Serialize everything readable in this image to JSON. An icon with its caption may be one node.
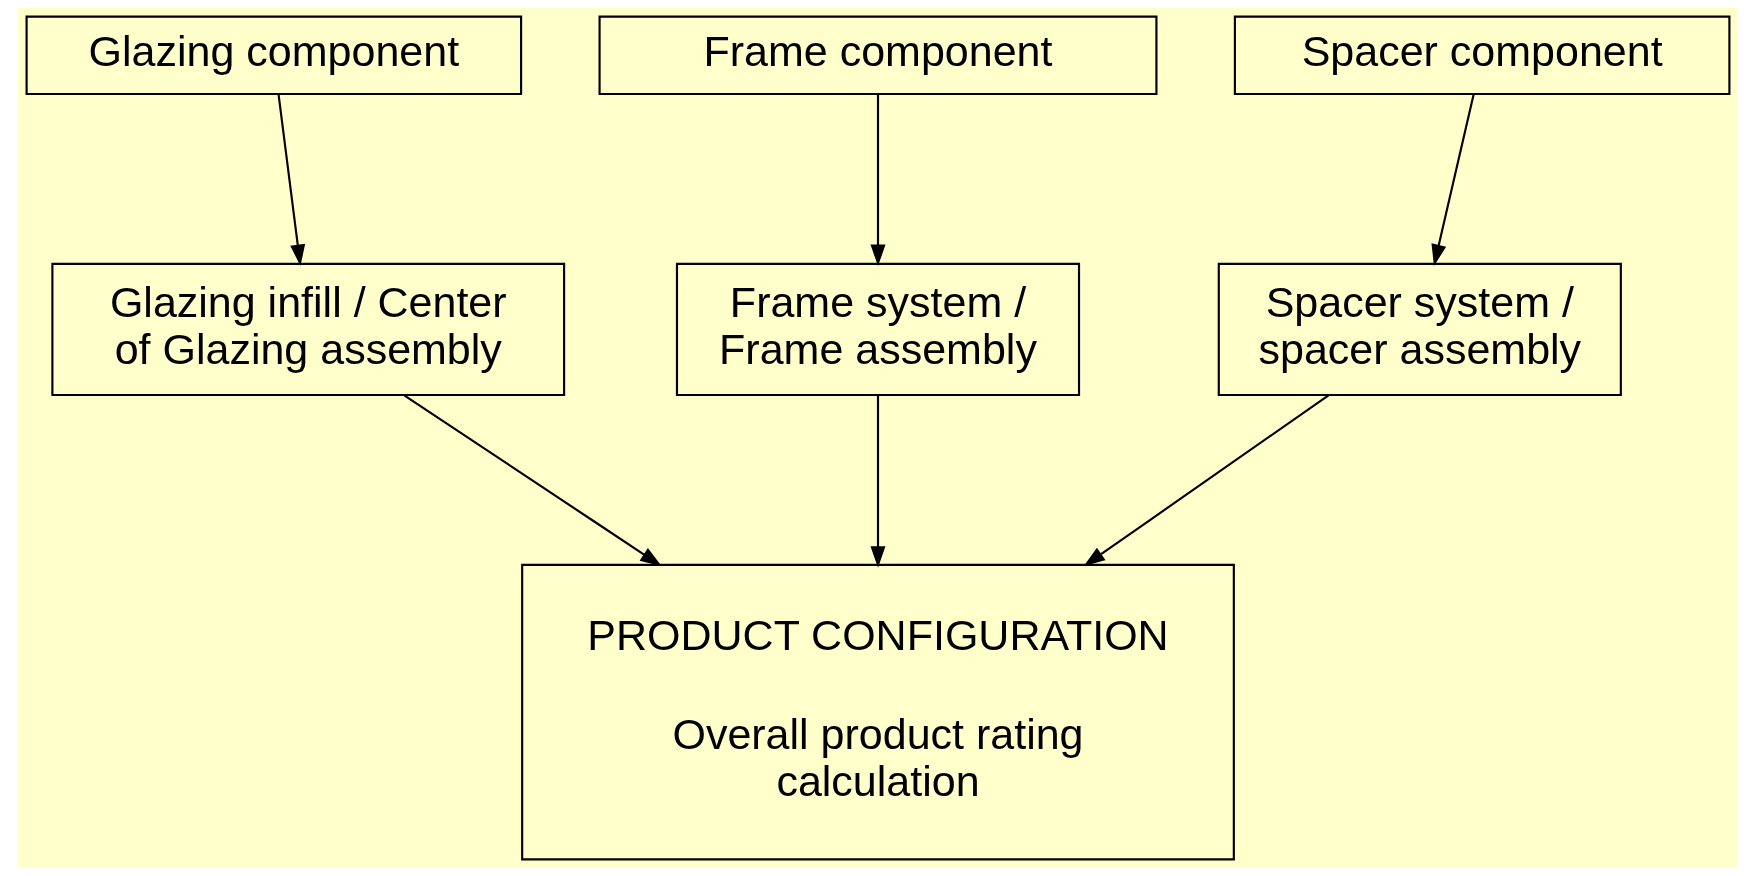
{
  "diagram": {
    "nodes": [
      {
        "text": [
          "Glazing component"
        ]
      },
      {
        "text": [
          "Frame component"
        ]
      },
      {
        "text": [
          "Spacer component"
        ]
      },
      {
        "text": [
          "Glazing infill / Center of Glazing assembly"
        ]
      },
      {
        "text": [
          "Frame system / Frame assembly"
        ]
      },
      {
        "text": [
          "Spacer system / spacer assembly"
        ]
      },
      {
        "text": [
          "PRODUCT CONFIGURATION",
          "Overall product rating calculation"
        ]
      }
    ],
    "edges": [
      {
        "from": 0,
        "to": 3,
        "arrow": "to"
      },
      {
        "from": 1,
        "to": 4,
        "arrow": "to"
      },
      {
        "from": 2,
        "to": 5,
        "arrow": "to"
      },
      {
        "from": 3,
        "to": 6,
        "arrow": "to"
      },
      {
        "from": 4,
        "to": 6,
        "arrow": "to"
      },
      {
        "from": 5,
        "to": 6,
        "arrow": "to"
      }
    ]
  }
}
